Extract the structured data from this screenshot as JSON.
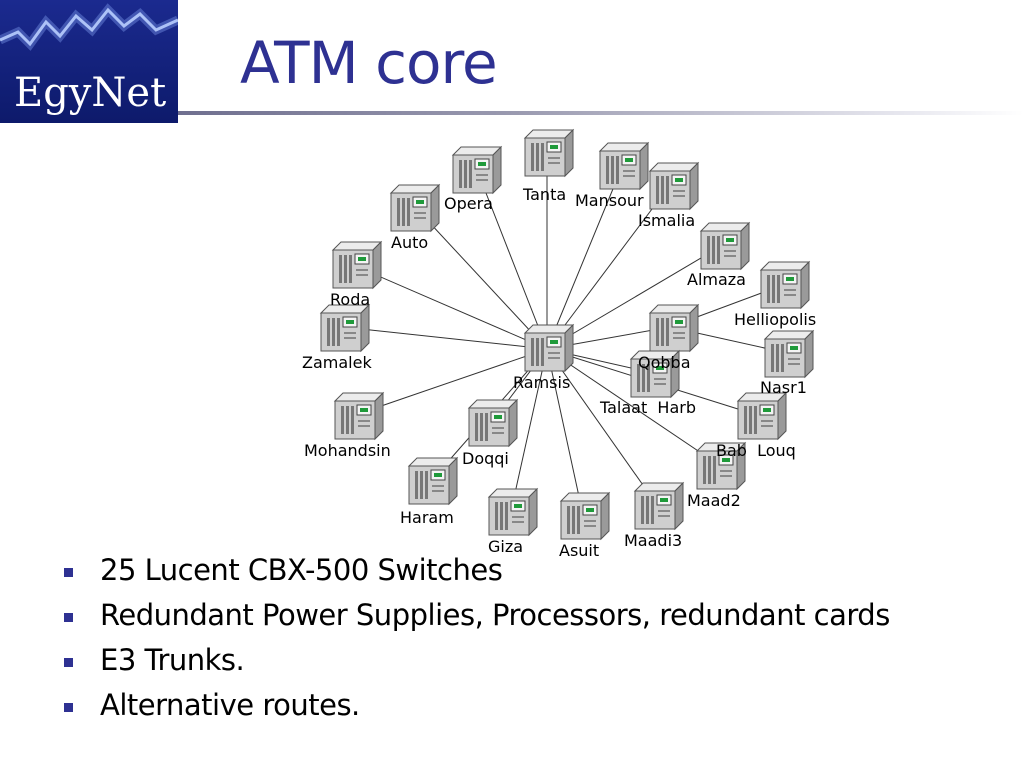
{
  "slide": {
    "title": "ATM core",
    "logo_text": "EgyNet"
  },
  "colors": {
    "title": "#2e3192",
    "bullet": "#2e3192",
    "logo_bg": "#1e2a8c",
    "device": "#c8c8c8"
  },
  "diagram": {
    "hub": "Ramsis",
    "nodes": [
      {
        "id": "tanta",
        "label": "Tanta",
        "linked_to": "Ramsis"
      },
      {
        "id": "opera",
        "label": "Opera",
        "linked_to": "Ramsis"
      },
      {
        "id": "mansour",
        "label": "Mansour",
        "linked_to": "Ramsis"
      },
      {
        "id": "ismalia",
        "label": "Ismalia",
        "linked_to": "Ramsis"
      },
      {
        "id": "auto",
        "label": "Auto",
        "linked_to": "Ramsis"
      },
      {
        "id": "almaza",
        "label": "Almaza",
        "linked_to": "Ramsis"
      },
      {
        "id": "roda",
        "label": "Roda",
        "linked_to": "Ramsis"
      },
      {
        "id": "helliopolis",
        "label": "Helliopolis",
        "linked_to": "Qobba"
      },
      {
        "id": "zamalek",
        "label": "Zamalek",
        "linked_to": "Ramsis"
      },
      {
        "id": "qobba",
        "label": "Qobba",
        "linked_to": "Ramsis"
      },
      {
        "id": "nasr1",
        "label": "Nasr1",
        "linked_to": "Qobba"
      },
      {
        "id": "talaat",
        "label": "Talaat  Harb",
        "linked_to": "Ramsis"
      },
      {
        "id": "mohandsin",
        "label": "Mohandsin",
        "linked_to": "Ramsis"
      },
      {
        "id": "louq",
        "label": "Bab  Louq",
        "linked_to": "Ramsis"
      },
      {
        "id": "doqqi",
        "label": "Doqqi",
        "linked_to": "Ramsis"
      },
      {
        "id": "maad2",
        "label": "Maad2",
        "linked_to": "Ramsis"
      },
      {
        "id": "haram",
        "label": "Haram",
        "linked_to": "Ramsis"
      },
      {
        "id": "giza",
        "label": "Giza",
        "linked_to": "Ramsis"
      },
      {
        "id": "asuit",
        "label": "Asuit",
        "linked_to": "Ramsis"
      },
      {
        "id": "maadi3",
        "label": "Maadi3",
        "linked_to": "Ramsis"
      }
    ]
  },
  "bullets": [
    "25 Lucent CBX-500 Switches",
    "Redundant Power Supplies, Processors, redundant cards",
    "E3 Trunks.",
    "Alternative routes."
  ]
}
